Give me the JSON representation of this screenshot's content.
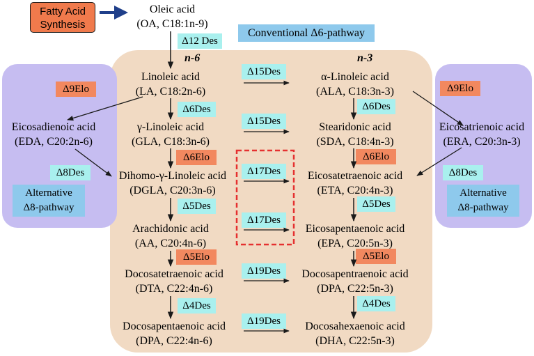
{
  "fatty_acid_synthesis": [
    "Fatty Acid",
    "Synthesis"
  ],
  "conventional_pathway": "Conventional Δ6-pathway",
  "alternative_pathway": [
    "Alternative",
    "Δ8-pathway"
  ],
  "n6_header": "n-6",
  "n3_header": "n-3",
  "oleic": [
    "Oleic acid",
    "(OA, C18:1n-9)"
  ],
  "n6": [
    [
      "Linoleic acid",
      "(LA, C18:2n-6)"
    ],
    [
      "γ-Linoleic acid",
      "(GLA, C18:3n-6)"
    ],
    [
      "Dihomo-γ-Linoleic acid",
      "(DGLA, C20:3n-6)"
    ],
    [
      "Arachidonic acid",
      "(AA, C20:4n-6)"
    ],
    [
      "Docosatetraenoic acid",
      "(DTA, C22:4n-6)"
    ],
    [
      "Docosapentaenoic acid",
      "(DPA, C22:4n-6)"
    ]
  ],
  "n3": [
    [
      "α-Linoleic acid",
      "(ALA, C18:3n-3)"
    ],
    [
      "Stearidonic acid",
      "(SDA, C18:4n-3)"
    ],
    [
      "Eicosatetraenoic acid",
      "(ETA, C20:4n-3)"
    ],
    [
      "Eicosapentaenoic acid",
      "(EPA, C20:5n-3)"
    ],
    [
      "Docosapentraenoic acid",
      "(DPA, C22:5n-3)"
    ],
    [
      "Docosahexaenoic acid",
      "(DHA, C22:5n-3)"
    ]
  ],
  "eda": [
    "Eicosadienoic acid",
    "(EDA, C20:2n-6)"
  ],
  "era": [
    "Eicosatrienoic acid",
    "(ERA, C20:3n-3)"
  ],
  "enzymes": {
    "d12des": "Δ12 Des",
    "d15des": "Δ15Des",
    "d17des": "Δ17Des",
    "d19des": "Δ19Des",
    "d6des": "Δ6Des",
    "d6elo": "Δ6Elo",
    "d5des": "Δ5Des",
    "d5elo": "Δ5Elo",
    "d4des": "Δ4Des",
    "d9elo": "Δ9Elo",
    "d8des": "Δ8Des"
  },
  "colors": {
    "main_region": "#f1dac3",
    "alt_region": "#c6bdf1",
    "des_label": "#a9f0ee",
    "elo_label": "#f2885f",
    "pathway_label": "#8ec9ec",
    "highlight_border": "#e53030",
    "synthesis_arrow": "#1f3f8a"
  }
}
